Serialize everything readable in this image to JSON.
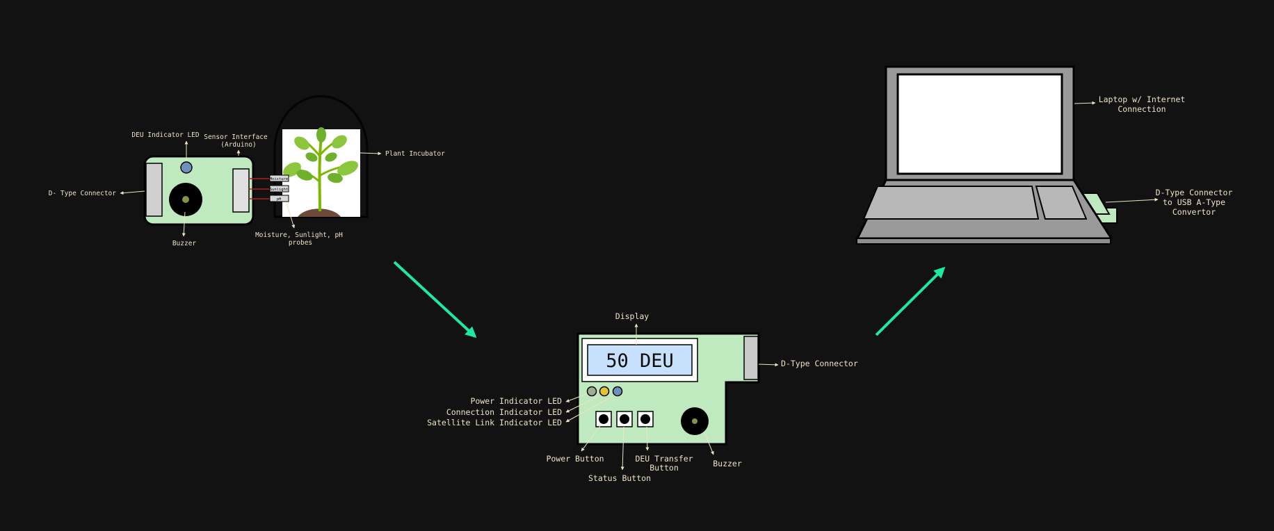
{
  "colors": {
    "background": "#121212",
    "board": "#bfeabf",
    "display_screen": "#c7e0fb",
    "flow_arrow": "#1de9a0",
    "label_text": "#efe3c6",
    "laptop_gray": "#9a9a9a",
    "led_blue": "#6f8fbf",
    "led_yellow": "#e6c23a",
    "led_gray": "#9fae93"
  },
  "sensor_unit": {
    "indicator_led": "DEU Indicator LED",
    "sensor_interface_line1": "Sensor Interface",
    "sensor_interface_line2": "(Arduino)",
    "plant_incubator": "Plant Incubator",
    "d_type_connector": "D- Type Connector",
    "buzzer": "Buzzer",
    "probes_line1": "Moisture, Sunlight, pH",
    "probes_line2": "probes",
    "probe_tags": [
      "Moisture",
      "Sunlight",
      "pH"
    ]
  },
  "deu_device": {
    "display_value": "50 DEU",
    "display": "Display",
    "d_type_connector": "D-Type Connector",
    "power_led": "Power Indicator LED",
    "connection_led": "Connection Indicator LED",
    "satellite_led": "Satellite Link Indicator LED",
    "power_button": "Power Button",
    "status_button": "Status Button",
    "transfer_button_line1": "DEU Transfer",
    "transfer_button_line2": "Button",
    "buzzer": "Buzzer"
  },
  "laptop": {
    "laptop_line1": "Laptop w/ Internet",
    "laptop_line2": "Connection",
    "converter_line1": "D-Type Connector",
    "converter_line2": "to USB A-Type",
    "converter_line3": "Convertor"
  },
  "icons": [
    "plant-icon",
    "flow-arrow-icon",
    "buzzer-icon",
    "led-icon",
    "push-button-icon",
    "laptop-icon"
  ]
}
